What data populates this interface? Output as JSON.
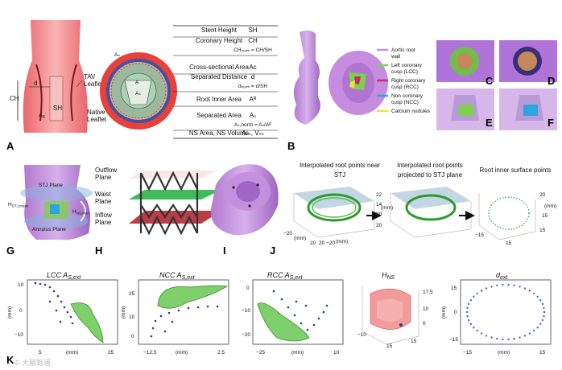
{
  "panel_labels": {
    "A": "A",
    "B": "B",
    "C": "C",
    "D": "D",
    "E": "E",
    "F": "F",
    "G": "G",
    "H": "H",
    "I": "I",
    "J": "J",
    "K": "K"
  },
  "panel_a": {
    "ch": "CH",
    "sh": "SH",
    "d": "d",
    "ar": "A",
    "ar_sub": "R",
    "as": "A",
    "as_sub": "S",
    "tav_leaflet": "TAV\nLeaflet",
    "native_leaflet": "Native\nLeaflet"
  },
  "table": {
    "rows": [
      {
        "label": "Stent Height",
        "value": "SH",
        "value2": ""
      },
      {
        "label": "Coronary Height",
        "value": "CH",
        "value2": "CHₙₒᵣₘ = CH/SH"
      },
      {
        "label": "Cross-sectional Area",
        "value": "Aᴄ",
        "value2": ""
      },
      {
        "label": "Separated Distance",
        "value": "d",
        "value2": "dₙₒᵣₘ = d/SH"
      },
      {
        "label": "Root Inner Area",
        "value": "Aᴿ",
        "value2": ""
      },
      {
        "label": "Separated Area",
        "value": "Aₛ",
        "value2": "Aₛ,norm = Aₛ/Aᴿ"
      },
      {
        "label": "NS Area, NS Volume",
        "value": "Aₙₛ, Vₙₛ",
        "value2": ""
      }
    ]
  },
  "legend_b": [
    {
      "label": "Aortic root wall",
      "color": "#c48fe0"
    },
    {
      "label": "Left coronary cusp (LCC)",
      "color": "#7fd04c"
    },
    {
      "label": "Right coronary cusp (RCC)",
      "color": "#c0306a"
    },
    {
      "label": "Non coronary cusp (NCC)",
      "color": "#2fa5e0"
    },
    {
      "label": "Calcium nodules",
      "color": "#f0e040"
    }
  ],
  "panel_g": {
    "stj": "STJ Plane",
    "annulus": "Annulus Plane",
    "hstj": "H",
    "hstj_sub": "STJ,mean",
    "hns": "H",
    "hns_sub": "NS,max"
  },
  "panel_h": {
    "outflow": "Outflow\nPlane",
    "waist": "Waist\nPlane",
    "inflow": "Inflow\nPlane"
  },
  "panel_j": {
    "t1": "Interpolated root points near\nSTJ",
    "t2": "Interpolated root points\nprojected to STJ plane",
    "t3": "Root inner surface points",
    "mm": "(mm)",
    "z1": [
      "22",
      "14",
      "20",
      "20"
    ],
    "x1": [
      "−20",
      "20",
      "20",
      "−20"
    ],
    "z3": [
      "20",
      "15",
      "15"
    ],
    "x3": [
      "−15",
      "15"
    ]
  },
  "panel_k": [
    {
      "title": "LCC A",
      "sub": "S,ext",
      "xticks": [
        "5",
        "25"
      ],
      "xlabel": "(mm)",
      "yticks": [
        "10",
        "0",
        "−10"
      ],
      "ylabel": "(mm)"
    },
    {
      "title": "NCC A",
      "sub": "S,ext",
      "xticks": [
        "−12.5",
        "2.5"
      ],
      "xlabel": "(mm)",
      "yticks": [
        "25",
        "10",
        "0"
      ],
      "ylabel": "(mm)"
    },
    {
      "title": "RCC A",
      "sub": "S,ext",
      "xticks": [
        "−25",
        "10"
      ],
      "xlabel": "(mm)",
      "yticks": [
        "0",
        "−10",
        "−20"
      ],
      "ylabel": "(mm)"
    },
    {
      "title": "H",
      "sub": "NS",
      "xticks": [
        "−10",
        "15",
        "15"
      ],
      "xlabel": "",
      "yticks": [
        "17.5",
        "10",
        "0"
      ],
      "ylabel": ""
    },
    {
      "title": "d",
      "sub": "ext",
      "xticks": [
        "−15",
        "15"
      ],
      "xlabel": "(mm)",
      "yticks": [
        "15",
        "0",
        "−15"
      ],
      "ylabel": "(mm)"
    }
  ],
  "watermark": "© 大脑跑道"
}
